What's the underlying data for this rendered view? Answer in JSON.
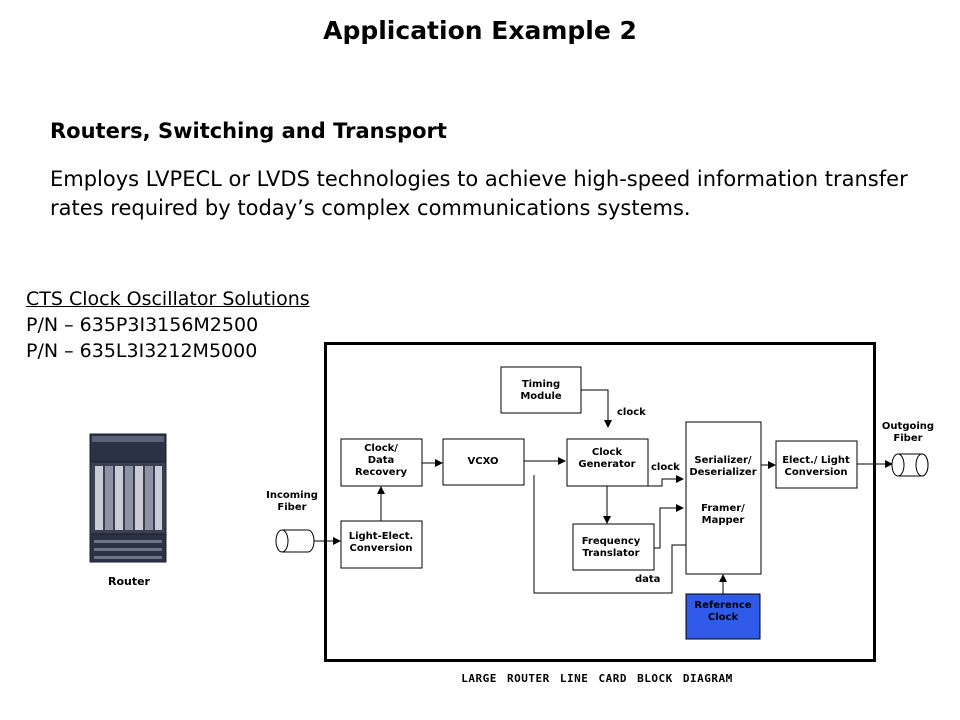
{
  "slide": {
    "title": "Application Example 2",
    "heading": "Routers, Switching and Transport",
    "body": "Employs LVPECL or LVDS technologies to achieve high-speed information transfer rates required by today’s complex communications systems."
  },
  "solutions": {
    "title": "CTS Clock Oscillator Solutions",
    "part_numbers": [
      "P/N – 635P3I3156M2500",
      "P/N – 635L3I3212M5000"
    ]
  },
  "router": {
    "caption": "Router"
  },
  "diagram": {
    "caption": "LARGE ROUTER LINE CARD BLOCK DIAGRAM",
    "blocks": {
      "timing_module": [
        "Timing",
        "Module"
      ],
      "clock_data_recovery": [
        "Clock/",
        "Data",
        "Recovery"
      ],
      "vcxo": [
        "VCXO"
      ],
      "clock_generator": [
        "Clock",
        "Generator"
      ],
      "serializer": [
        "Serializer/",
        "Deserializer"
      ],
      "framer": [
        "Framer/",
        "Mapper"
      ],
      "elect_light": [
        "Elect./ Light",
        "Conversion"
      ],
      "light_elect": [
        "Light-Elect.",
        "Conversion"
      ],
      "frequency_translator": [
        "Frequency",
        "Translator"
      ],
      "reference_clock": [
        "Reference",
        "Clock"
      ]
    },
    "labels": {
      "incoming_fiber": [
        "Incoming",
        "Fiber"
      ],
      "outgoing_fiber": [
        "Outgoing",
        "Fiber"
      ],
      "clock_top": "clock",
      "clock_mid": "clock",
      "data": "data"
    },
    "colors": {
      "reference_clock": "#2f5be8"
    }
  }
}
